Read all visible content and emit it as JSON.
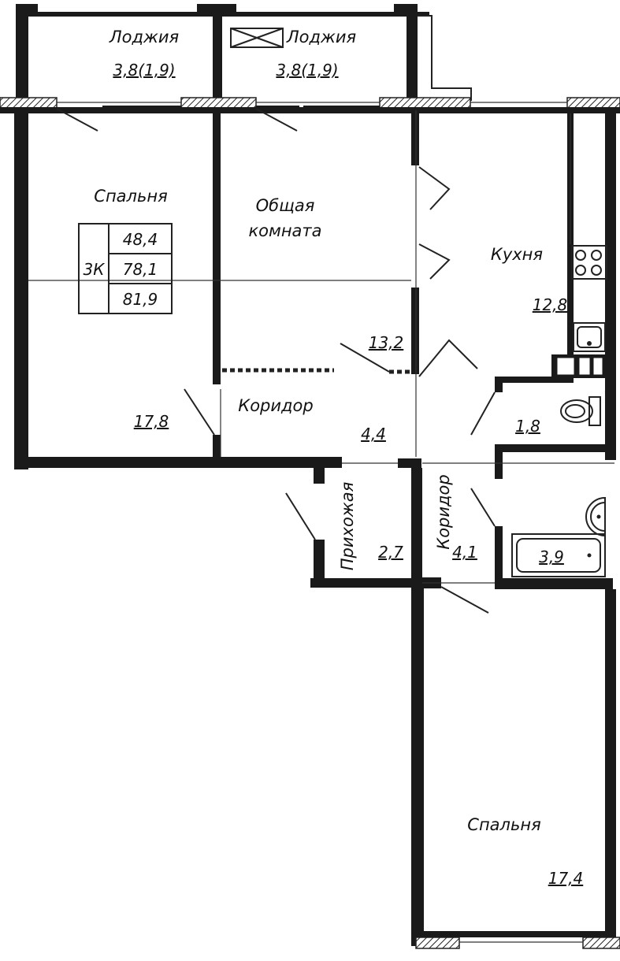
{
  "apartment": {
    "type_code": "3К",
    "areas": [
      "48,4",
      "78,1",
      "81,9"
    ]
  },
  "rooms": {
    "loggia_1": {
      "name": "Лоджия",
      "area": "3,8(1,9)"
    },
    "loggia_2": {
      "name": "Лоджия",
      "area": "3,8(1,9)"
    },
    "bedroom_1": {
      "name": "Спальня",
      "area": "17,8"
    },
    "living_room": {
      "name_line1": "Общая",
      "name_line2": "комната",
      "area": "13,2"
    },
    "kitchen": {
      "name": "Кухня",
      "area": "12,8"
    },
    "corridor_1": {
      "name": "Коридор",
      "area": "4,4"
    },
    "toilet": {
      "area": "1,8"
    },
    "hallway": {
      "name": "Прихожая",
      "area": "2,7"
    },
    "corridor_2": {
      "name": "Коридор",
      "area": "4,1"
    },
    "bathroom": {
      "area": "3,9"
    },
    "bedroom_2": {
      "name": "Спальня",
      "area": "17,4"
    }
  }
}
